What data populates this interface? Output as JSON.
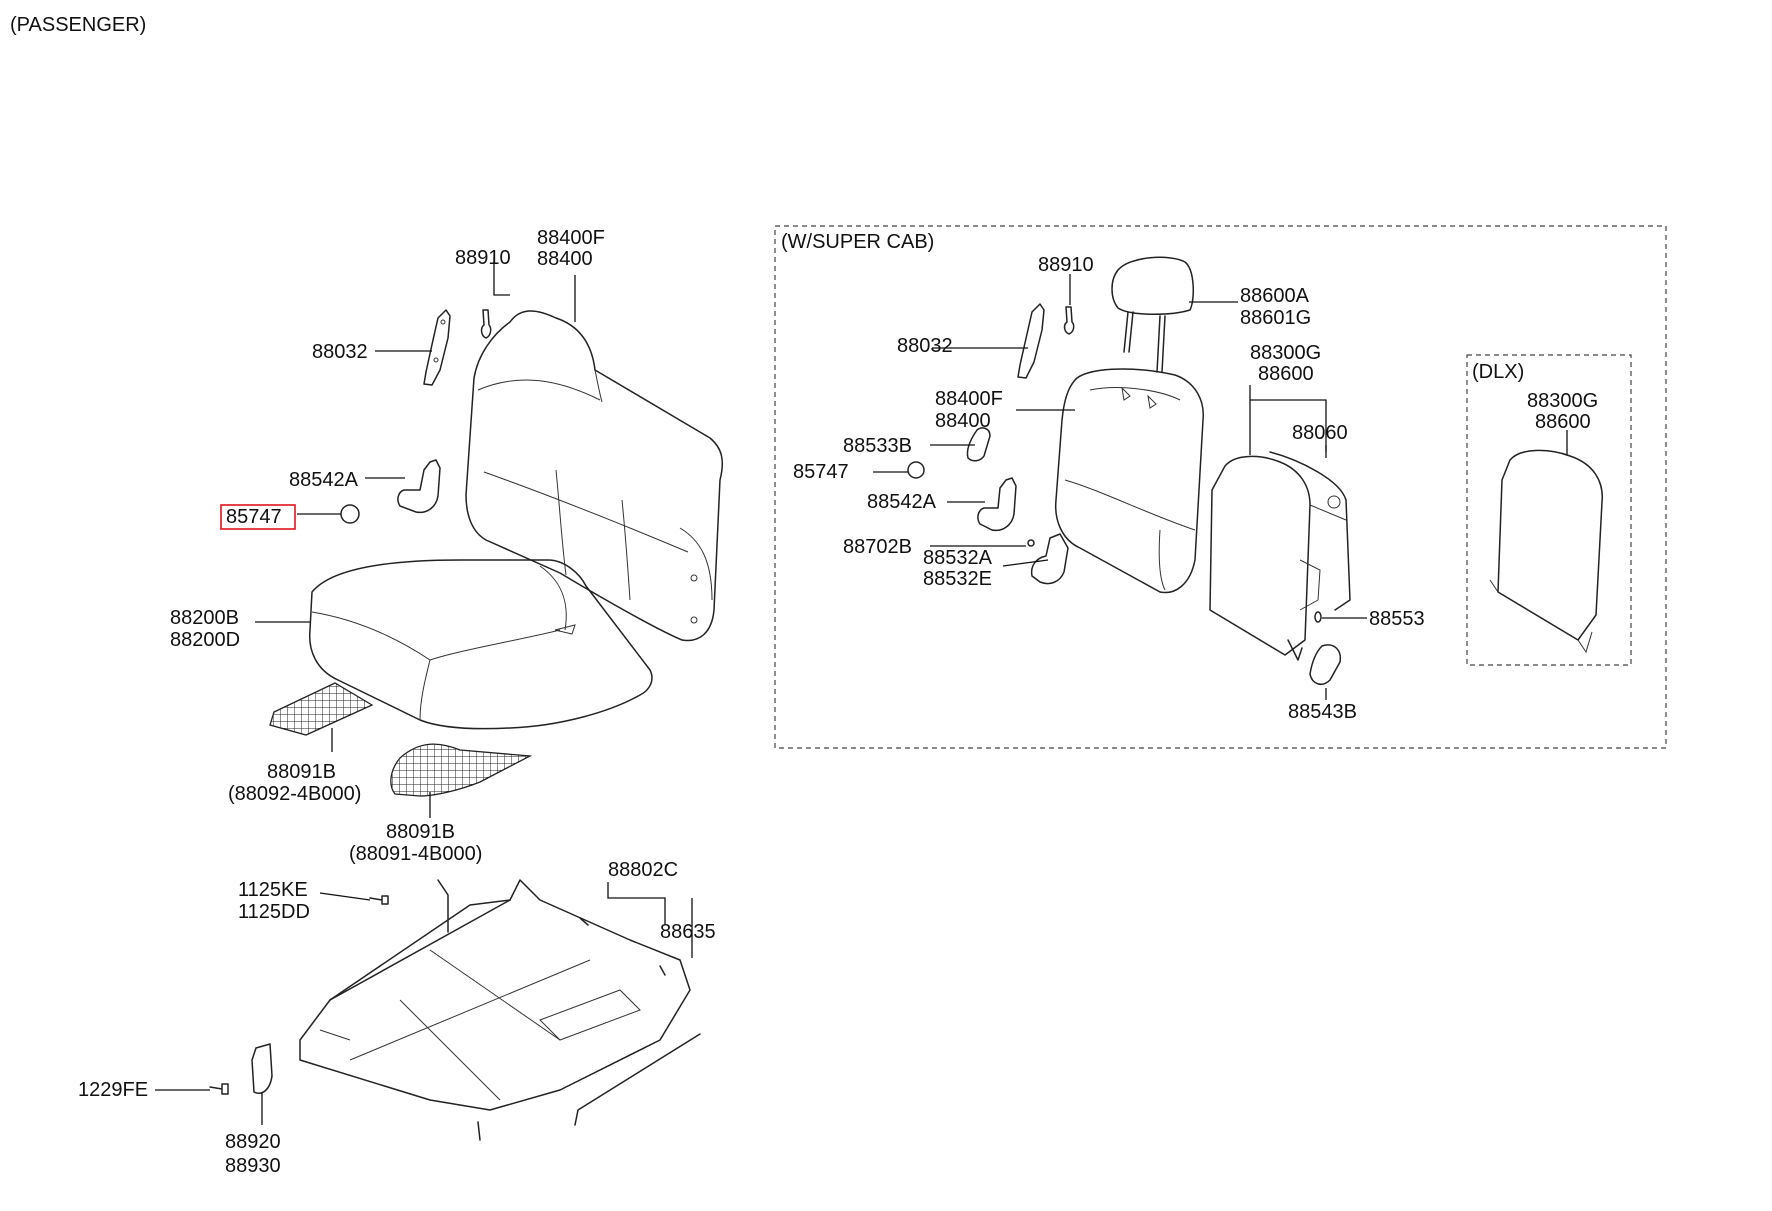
{
  "header": {
    "title": "(PASSENGER)"
  },
  "sections": {
    "super_cab": "(W/SUPER CAB)",
    "dlx": "(DLX)"
  },
  "highlight_color": "#e0141e",
  "labels": {
    "l88910a": "88910",
    "l88400Fa": "88400F",
    "l88400a": "88400",
    "l88032a": "88032",
    "l88542Aa": "88542A",
    "l85747a": "85747",
    "l88200B": "88200B",
    "l88200D": "88200D",
    "l88091B_1": "88091B",
    "l88092": "(88092-4B000)",
    "l88091B_2": "88091B",
    "l88091": "(88091-4B000)",
    "l1125KE": "1125KE",
    "l1125DD": "1125DD",
    "l88802C": "88802C",
    "l88635": "88635",
    "l1229FE": "1229FE",
    "l88920": "88920",
    "l88930": "88930",
    "l88910b": "88910",
    "l88600A": "88600A",
    "l88601G": "88601G",
    "l88032b": "88032",
    "l88300Ga": "88300G",
    "l88600a": "88600",
    "l88400Fb": "88400F",
    "l88400b": "88400",
    "l88060": "88060",
    "l88533B": "88533B",
    "l85747b": "85747",
    "l88542Ab": "88542A",
    "l88702B": "88702B",
    "l88532A": "88532A",
    "l88532E": "88532E",
    "l88553": "88553",
    "l88543B": "88543B",
    "l88300Gb": "88300G",
    "l88600b": "88600"
  }
}
